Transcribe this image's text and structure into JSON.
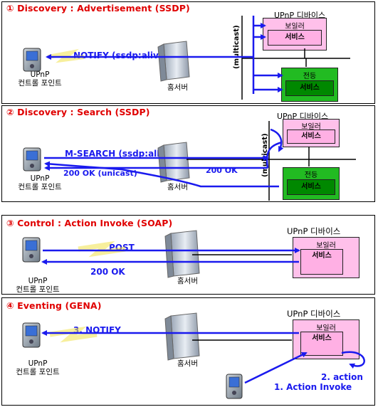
{
  "panels": [
    {
      "title": "① Discovery : Advertisement (SSDP)",
      "device_title": "UPnP 디바이스",
      "devices": [
        {
          "name": "보일러",
          "service": "서비스"
        },
        {
          "name": "전등",
          "service": "서비스"
        }
      ],
      "messages": [
        "NOTIFY (ssdp:alive)",
        "(multicast)"
      ],
      "control_point": [
        "UPnP",
        "컨트롤 포인트"
      ],
      "server": "홈서버"
    },
    {
      "title": "② Discovery : Search (SSDP)",
      "device_title": "UPnP 디바이스",
      "devices": [
        {
          "name": "보일러",
          "service": "서비스"
        },
        {
          "name": "전등",
          "service": "서비스"
        }
      ],
      "messages": [
        "M-SEARCH (ssdp:all)",
        "200 OK (unicast)",
        "200 OK",
        "(multicast)"
      ],
      "control_point": [
        "UPnP",
        "컨트롤 포인트"
      ],
      "server": "홈서버"
    },
    {
      "title": "③ Control : Action Invoke (SOAP)",
      "device_title": "UPnP 디바이스",
      "devices": [
        {
          "name": "보일러",
          "service": "서비스"
        }
      ],
      "messages": [
        "POST",
        "200 OK"
      ],
      "control_point": [
        "UPnP",
        "컨트롤 포인트"
      ],
      "server": "홈서버"
    },
    {
      "title": "④ Eventing (GENA)",
      "device_title": "UPnP 디바이스",
      "devices": [
        {
          "name": "보일러",
          "service": "서비스"
        }
      ],
      "messages": [
        "3. NOTIFY",
        "2. action",
        "1. Action Invoke"
      ],
      "control_point": [
        "UPnP",
        "컨트롤 포인트"
      ],
      "server": "홈서버"
    }
  ],
  "colors": {
    "title": "#e00000",
    "arrow": "#1a1aee",
    "pink": "#ffc0ea",
    "green": "#22bb22"
  }
}
